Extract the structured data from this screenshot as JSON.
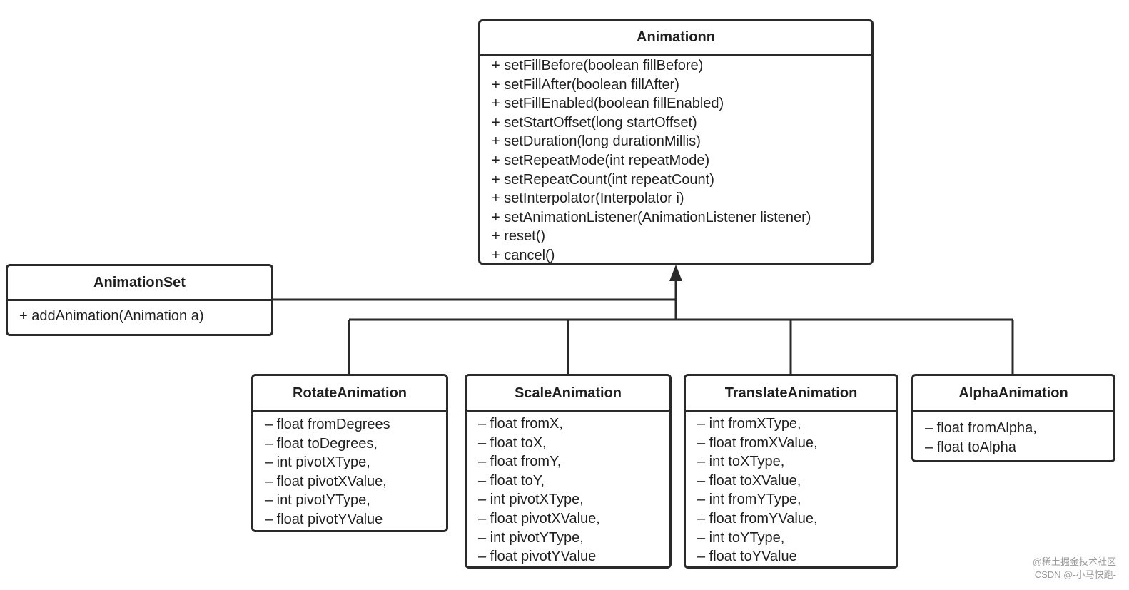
{
  "diagram": {
    "base_class": {
      "name": "Animationn",
      "methods": [
        "+ setFillBefore(boolean fillBefore)",
        "+ setFillAfter(boolean fillAfter)",
        "+ setFillEnabled(boolean fillEnabled)",
        "+ setStartOffset(long startOffset)",
        "+ setDuration(long durationMillis)",
        "+ setRepeatMode(int repeatMode)",
        "+ setRepeatCount(int repeatCount)",
        "+ setInterpolator(Interpolator i)",
        "+ setAnimationListener(AnimationListener listener)",
        "+ reset()",
        "+ cancel()"
      ]
    },
    "animation_set": {
      "name": "AnimationSet",
      "methods": [
        "+ addAnimation(Animation a)"
      ]
    },
    "subclasses": [
      {
        "name": "RotateAnimation",
        "fields": [
          "– float fromDegrees",
          "– float toDegrees,",
          "– int pivotXType,",
          "– float pivotXValue,",
          "– int pivotYType,",
          "– float pivotYValue"
        ]
      },
      {
        "name": "ScaleAnimation",
        "fields": [
          "– float fromX,",
          "– float toX,",
          "– float fromY,",
          "– float toY,",
          "– int pivotXType,",
          "– float pivotXValue,",
          "–  int pivotYType,",
          "– float pivotYValue"
        ]
      },
      {
        "name": "TranslateAnimation",
        "fields": [
          "– int fromXType,",
          "– float fromXValue,",
          "– int toXType,",
          "– float toXValue,",
          "– int fromYType,",
          "– float fromYValue,",
          "– int toYType,",
          "– float toYValue"
        ]
      },
      {
        "name": "AlphaAnimation",
        "fields": [
          "– float fromAlpha,",
          "– float toAlpha"
        ]
      }
    ],
    "relationship": "inheritance",
    "colors": {
      "border": "#2a2a2a",
      "text": "#1f1f1f",
      "watermark": "#9a9a9a"
    }
  },
  "watermark": {
    "line1": "@稀土掘金技术社区",
    "line2": "CSDN @-小马快跑-"
  }
}
